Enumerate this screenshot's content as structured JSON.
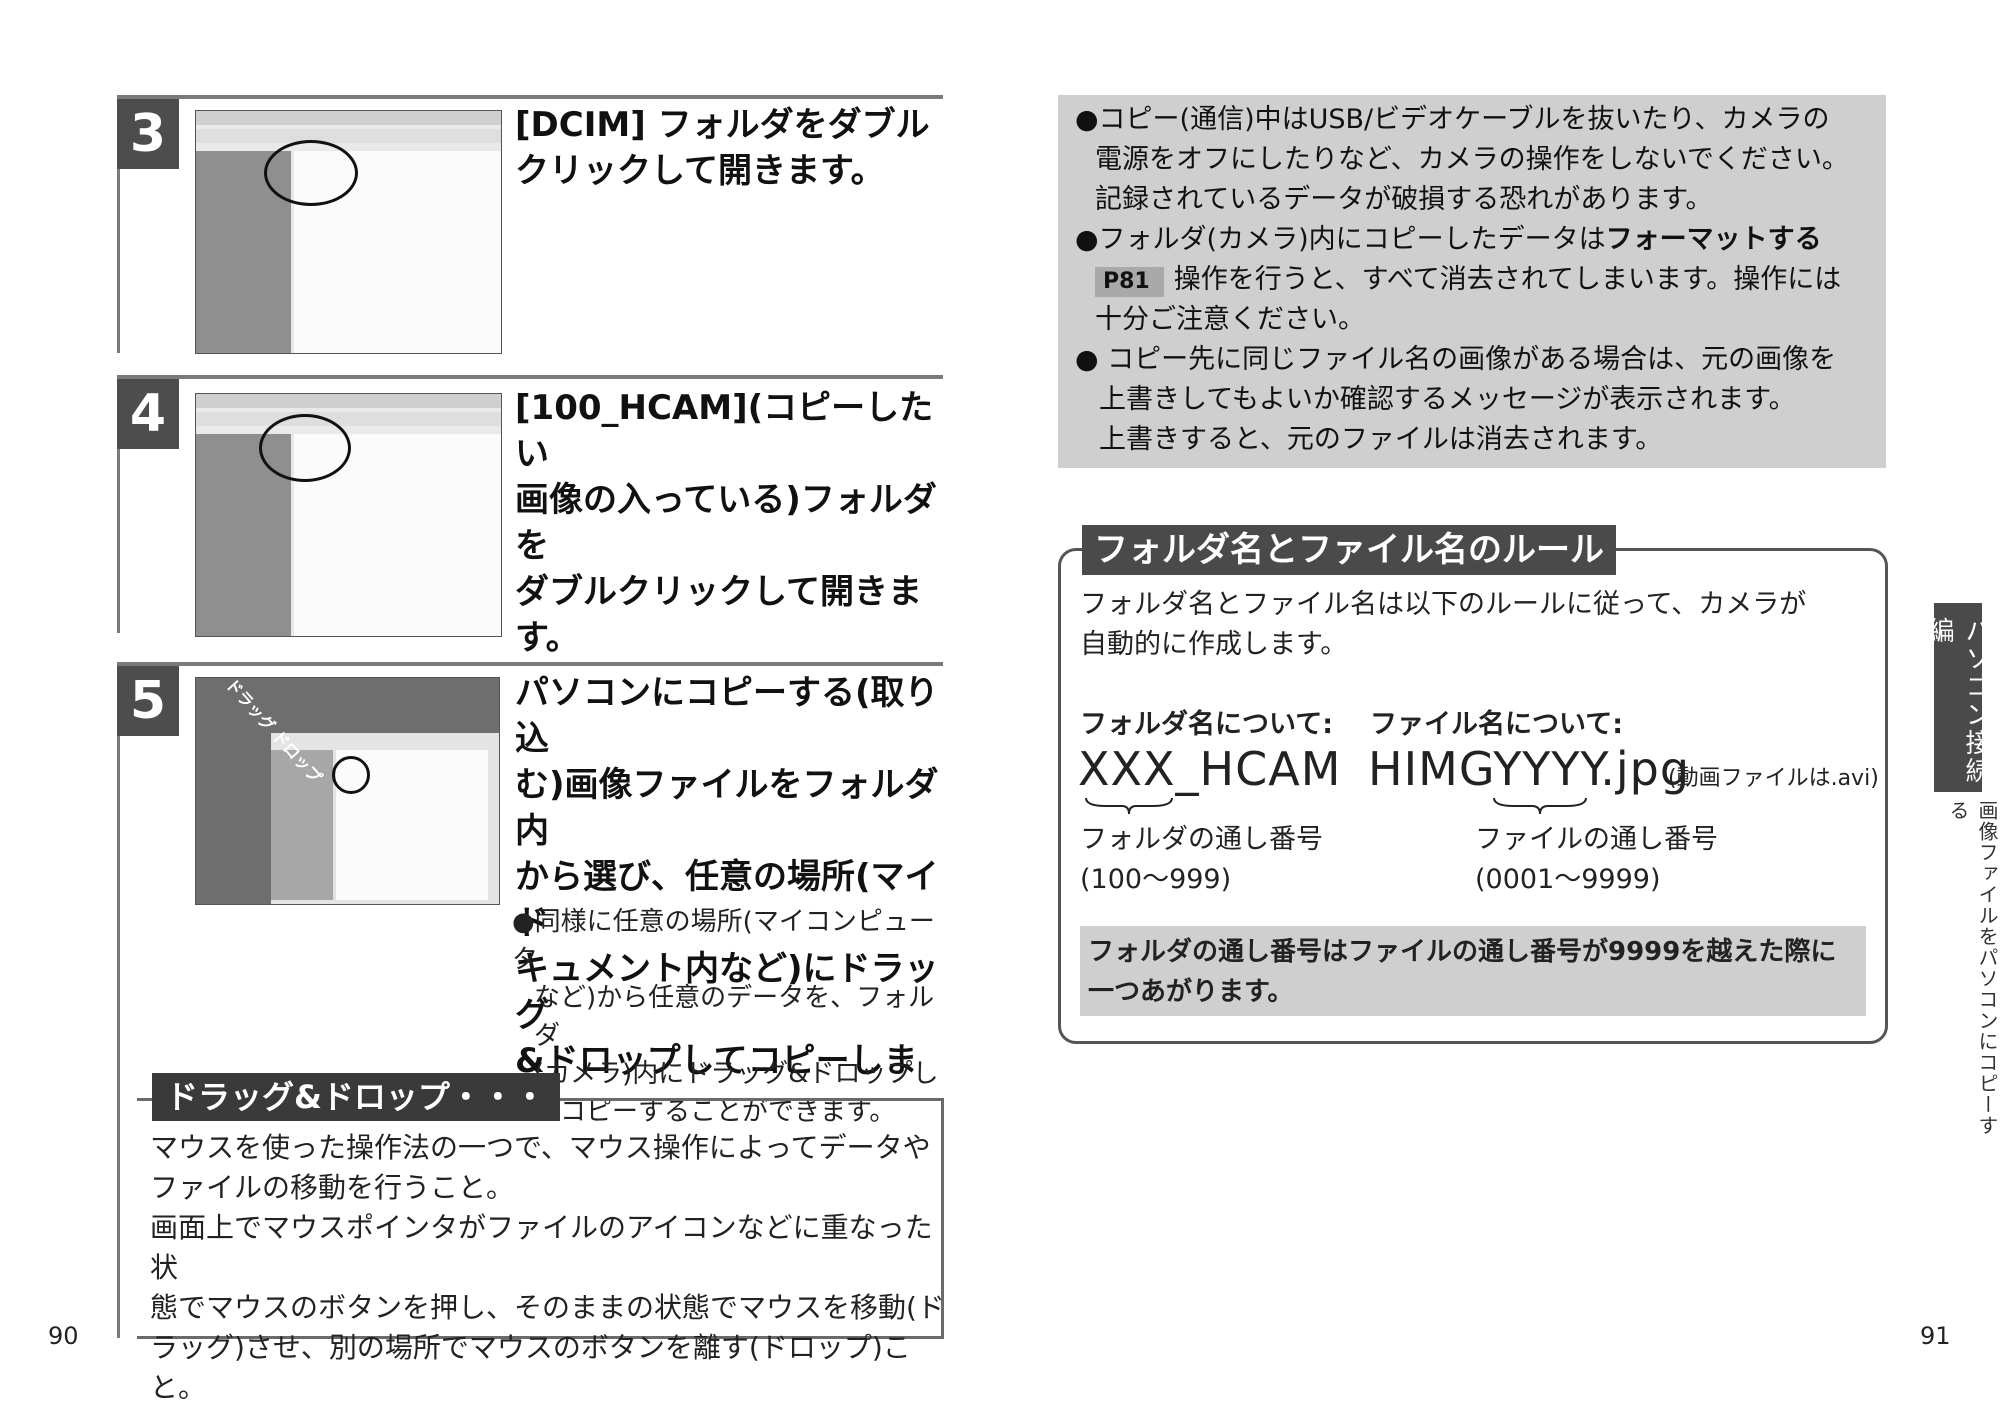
{
  "left_page": {
    "page_number": "90",
    "steps": [
      {
        "number": "3",
        "text": [
          "[DCIM] フォルダをダブル",
          "クリックして開きます。"
        ]
      },
      {
        "number": "4",
        "text": [
          "[100_HCAM](コピーしたい",
          "画像の入っている)フォルダを",
          "ダブルクリックして開きます。"
        ]
      },
      {
        "number": "5",
        "text": [
          "パソコンにコピーする(取り込",
          "む)画像ファイルをフォルダ内",
          "から選び、任意の場所(マイド",
          "キュメント内など)にドラッグ",
          "&ドロップしてコピーします。"
        ],
        "note": [
          "●同様に任意の場所(マイコンピュータ",
          "など)から任意のデータを、フォルダ",
          "(カメラ)内にドラッグ&ドロップし",
          "てコピーすることができます。"
        ],
        "screenshot_label": "ドラッグ ドロップ"
      }
    ],
    "drag_drop_box": {
      "title": "ドラッグ&ドロップ・・・",
      "lines": [
        "マウスを使った操作法の一つで、マウス操作によってデータや",
        "ファイルの移動を行うこと。",
        "画面上でマウスポインタがファイルのアイコンなどに重なった状",
        "態でマウスのボタンを押し、そのままの状態でマウスを移動(ド",
        "ラッグ)させ、別の場所でマウスのボタンを離す(ドロップ)こと。"
      ]
    }
  },
  "right_page": {
    "page_number": "91",
    "warnings": {
      "item1": [
        "●コピー(通信)中はUSB/ビデオケーブルを抜いたり、カメラの",
        "電源をオフにしたりなど、カメラの操作をしないでください。",
        "記録されているデータが破損する恐れがあります。"
      ],
      "item2_prefix": "●フォルダ(カメラ)内にコピーしたデータは",
      "item2_bold": "フォーマットする",
      "item2_badge": "P81",
      "item2_rest": "操作を行うと、すべて消去されてしまいます。操作には",
      "item2_last": "十分ご注意ください。",
      "item3": [
        "● コピー先に同じファイル名の画像がある場合は、元の画像を",
        "上書きしてもよいか確認するメッセージが表示されます。",
        "上書きすると、元のファイルは消去されます。"
      ]
    },
    "rules": {
      "title": "フォルダ名とファイル名のルール",
      "intro": [
        "フォルダ名とファイル名は以下のルールに従って、カメラが",
        "自動的に作成します。"
      ],
      "folder_label": "フォルダ名について:",
      "folder_example": "XXX_HCAM",
      "folder_caption": [
        "フォルダの通し番号",
        "(100〜999)"
      ],
      "file_label": "ファイル名について:",
      "file_example": "HIMGYYYY.jpg",
      "file_note": "(動画ファイルは.avi)",
      "file_caption": [
        "ファイルの通し番号",
        "(0001〜9999)"
      ],
      "footer": [
        "フォルダの通し番号はファイルの通し番号が9999を越えた際に",
        "一つあがります。"
      ]
    },
    "side_tab": "パソコン接続編",
    "side_caption": "画像ファイルをパソコンにコピーする"
  },
  "colors": {
    "dark_gray": "#4d4d4d",
    "light_gray": "#cfcfcf"
  }
}
